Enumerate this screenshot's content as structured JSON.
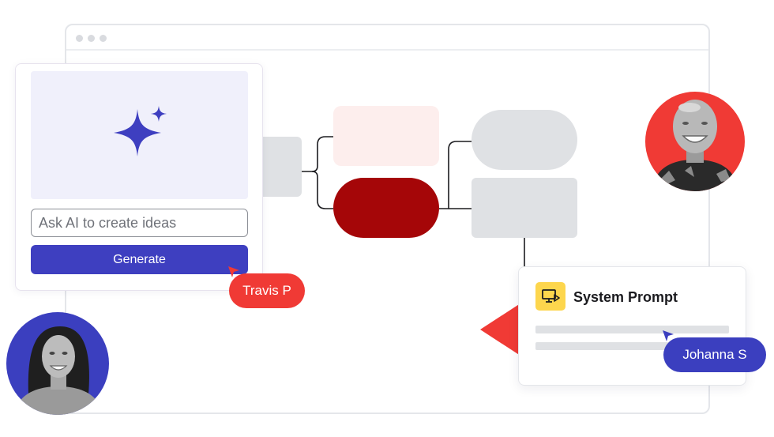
{
  "ai_card": {
    "input_placeholder": "Ask AI to create ideas",
    "generate_label": "Generate"
  },
  "collaborators": {
    "travis": "Travis P",
    "johanna": "Johanna S"
  },
  "prompt_card": {
    "title": "System Prompt"
  },
  "icons": {
    "ai": "sparkle-icon",
    "prompt": "monitor-play-icon",
    "cursor": "cursor-arrow-icon"
  },
  "colors": {
    "brand_blue": "#3e3fc0",
    "brand_red": "#f03a35",
    "node_dark_red": "#a50608",
    "node_gray": "#dfe1e4",
    "node_pink": "#fdeeed",
    "preview_bg": "#f0f0fb",
    "prompt_icon_bg": "#fdd64d"
  }
}
